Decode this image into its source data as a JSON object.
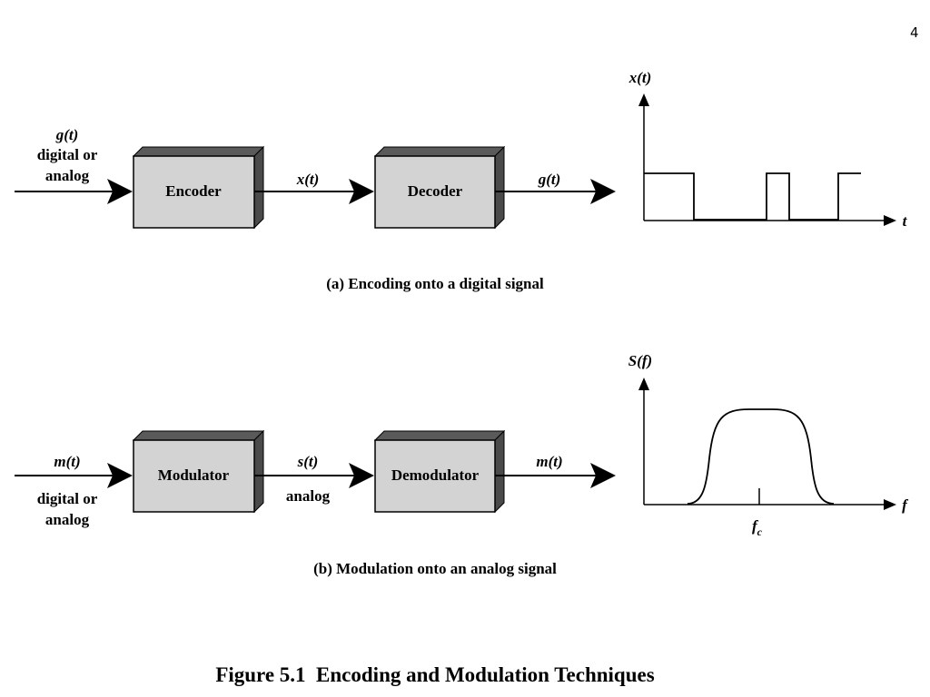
{
  "page_number": "4",
  "panel_a": {
    "input_signal": "g(t)",
    "input_line1": "digital or",
    "input_line2": "analog",
    "block1": "Encoder",
    "mid_signal": "x(t)",
    "block2": "Decoder",
    "output_signal": "g(t)",
    "plot_ylabel": "x(t)",
    "plot_xlabel": "t",
    "caption": "(a) Encoding onto a digital signal"
  },
  "panel_b": {
    "input_signal": "m(t)",
    "input_line1": "digital or",
    "input_line2": "analog",
    "block1": "Modulator",
    "mid_signal": "s(t)",
    "mid_note": "analog",
    "block2": "Demodulator",
    "output_signal": "m(t)",
    "plot_ylabel": "S(f)",
    "plot_xlabel": "f",
    "plot_tick": "f",
    "plot_tick_sub": "c",
    "caption": "(b) Modulation onto an analog signal"
  },
  "figure_title": "Figure 5.1  Encoding and Modulation Techniques"
}
